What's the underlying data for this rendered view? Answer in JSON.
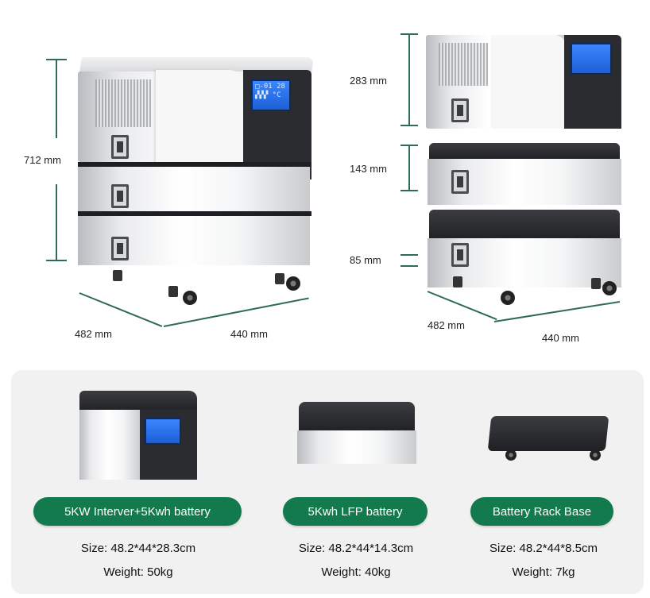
{
  "colors": {
    "accent_green": "#127a4c",
    "dim_line": "#2f6b57",
    "band_bg": "#f1f1f1"
  },
  "icons": [
    "lcd-display-icon",
    "handle-icon",
    "wheel-icon"
  ],
  "left_unit": {
    "height_label": "712 mm",
    "depth_label": "482 mm",
    "width_label": "440 mm",
    "lcd_line1": "□-01 28",
    "lcd_line2": "▞▞▞ °C"
  },
  "right_stack": {
    "inverter_height": "283 mm",
    "battery_height": "143 mm",
    "base_height": "85 mm",
    "depth_label": "482 mm",
    "width_label": "440 mm"
  },
  "products": [
    {
      "label": "5KW Interver+5Kwh battery",
      "size": "Size: 48.2*44*28.3cm",
      "weight": "Weight: 50kg"
    },
    {
      "label": "5Kwh LFP battery",
      "size": "Size: 48.2*44*14.3cm",
      "weight": "Weight: 40kg"
    },
    {
      "label": "Battery Rack Base",
      "size": "Size: 48.2*44*8.5cm",
      "weight": "Weight: 7kg"
    }
  ]
}
